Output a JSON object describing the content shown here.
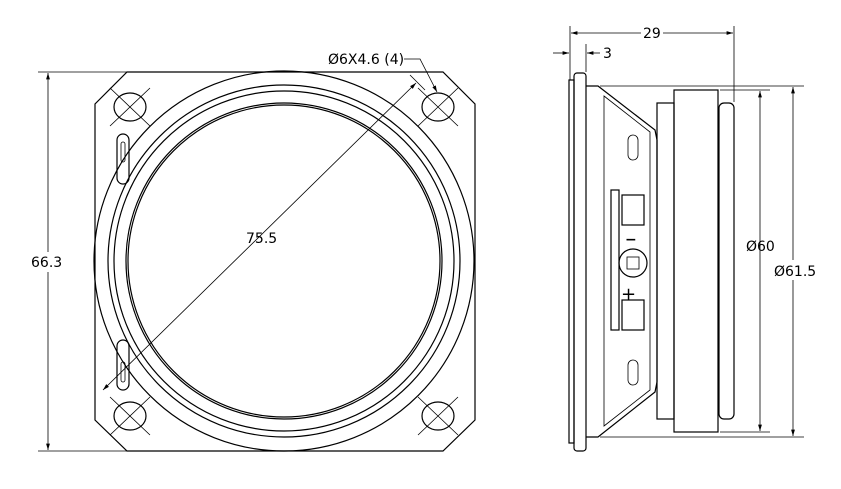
{
  "front_view": {
    "hole_callout": "Ø6X4.6 (4)",
    "diagonal_dimension": "75.5",
    "height_dimension": "66.3"
  },
  "side_view": {
    "depth_dimension": "29",
    "flange_dimension": "3",
    "magnet_diameter": "Ø60",
    "body_diameter": "Ø61.5",
    "terminal_minus": "−",
    "terminal_plus": "+"
  }
}
